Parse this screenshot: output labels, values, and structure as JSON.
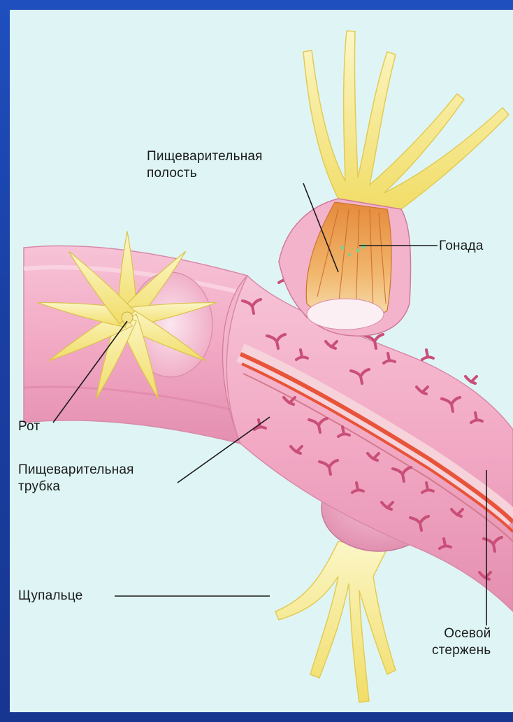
{
  "labels": {
    "digestive_cavity_line1": "Пищеварительная",
    "digestive_cavity_line2": "полость",
    "gonad": "Гонада",
    "mouth": "Рот",
    "digestive_tube_line1": "Пищеварительная",
    "digestive_tube_line2": "трубка",
    "tentacle": "Щупальце",
    "axial_rod_line1": "Осевой",
    "axial_rod_line2": "стержень"
  },
  "colors": {
    "frame": "#1a3fa0",
    "background": "#dff5f5",
    "tube": "#f2a9c4",
    "canal": "#d2557d",
    "tentacle": "#f7ef9a",
    "axial_rod": "#e8543a"
  }
}
